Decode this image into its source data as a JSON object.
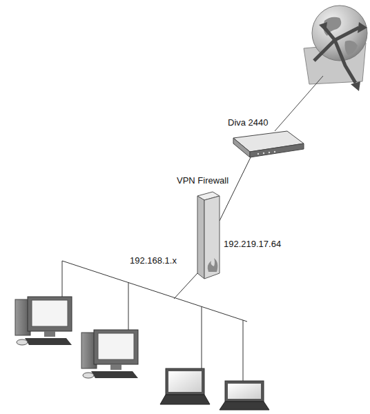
{
  "diagram": {
    "nodes": [
      {
        "text": [
          "Diva 2440"
        ]
      },
      {
        "text": [
          "VPN Firewall"
        ]
      }
    ],
    "edges": [
      {
        "from": 0,
        "to": 1,
        "arrow": "none",
        "label": "192.219.17.64"
      }
    ],
    "labels": [
      "192.168.1.x"
    ]
  }
}
